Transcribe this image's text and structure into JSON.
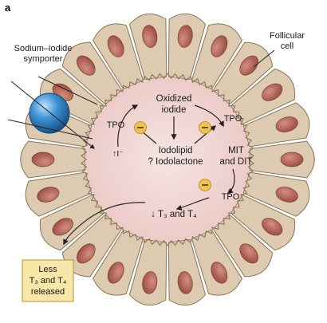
{
  "panel_letter": "a",
  "labels": {
    "symporter_line1": "Sodium–iodide",
    "symporter_line2": "symporter",
    "follicular_line1": "Follicular",
    "follicular_line2": "cell",
    "tpo_top": "TPO",
    "tpo_right": "TPO",
    "tpo_bottom": "TPO",
    "oxidized_line1": "Oxidized",
    "oxidized_line2": "iodide",
    "iodolipid_line1": "Iodolipid",
    "iodolipid_line2": "? Iodolactone",
    "mit_line1": "MIT",
    "mit_line2": "and DIT",
    "iodide_uptake": "↑I⁻",
    "t3_t4": "↓ T₃ and T₄",
    "released_line1": "Less",
    "released_line2": "T₃ and T₄",
    "released_line3": "released"
  },
  "inhibition_symbol": "⊖",
  "colors": {
    "cell_fill": "#dccbb0",
    "cell_stroke": "#8a7556",
    "nucleus": "#b36a5e",
    "nucleus_stroke": "#7a3b33",
    "lumen": "#f1d9d7",
    "sphere": "#3f93d2",
    "inhibit": "#f2c14e",
    "callout": "#f8e7a8"
  }
}
